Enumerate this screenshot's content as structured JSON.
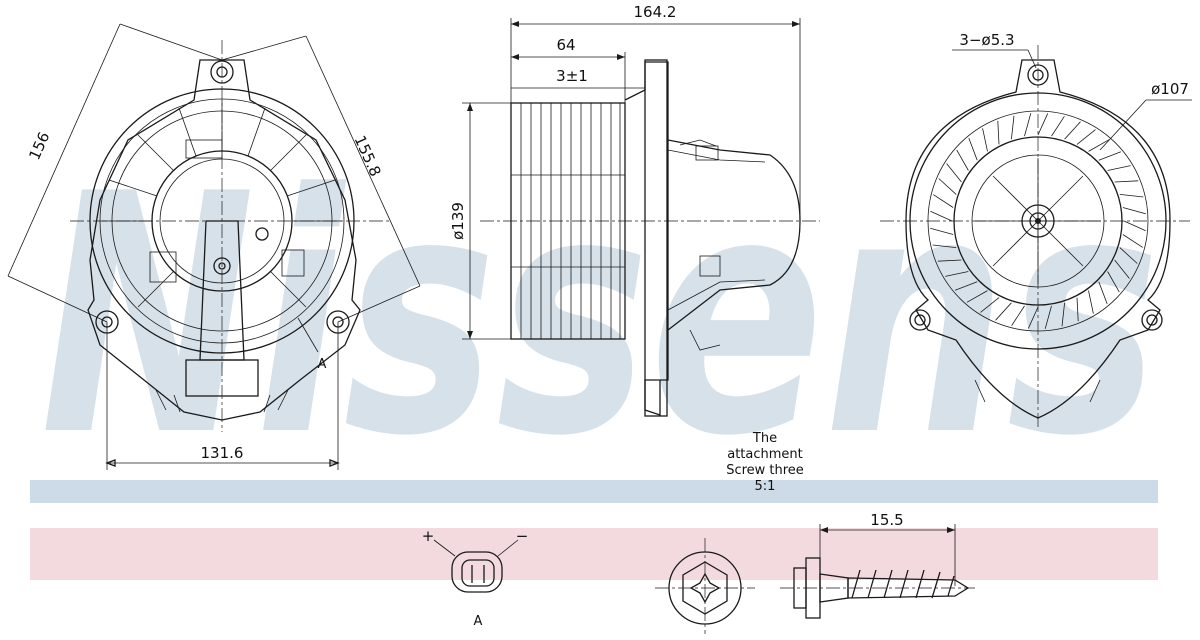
{
  "watermark": "Nissens",
  "colors": {
    "blue_band": "#ccdbe7",
    "pink_band": "#f2dadf",
    "watermark": "#c9d7e4"
  },
  "front_view": {
    "dim_156": "156",
    "dim_155_8": "155.8",
    "dim_131_6": "131.6",
    "connector_callout": "A"
  },
  "side_view": {
    "dim_164_2": "164.2",
    "dim_64": "64",
    "dim_3pm1": "3±1",
    "dim_dia139": "ø139"
  },
  "rear_view": {
    "dim_holes": "3−ø5.3",
    "dim_dia107": "ø107"
  },
  "note": {
    "line1": "The",
    "line2": "attachment",
    "line3": "Screw three",
    "line4": "5:1"
  },
  "connector": {
    "plus": "+",
    "minus": "−",
    "label": "A"
  },
  "screw": {
    "dim_15_5": "15.5"
  }
}
